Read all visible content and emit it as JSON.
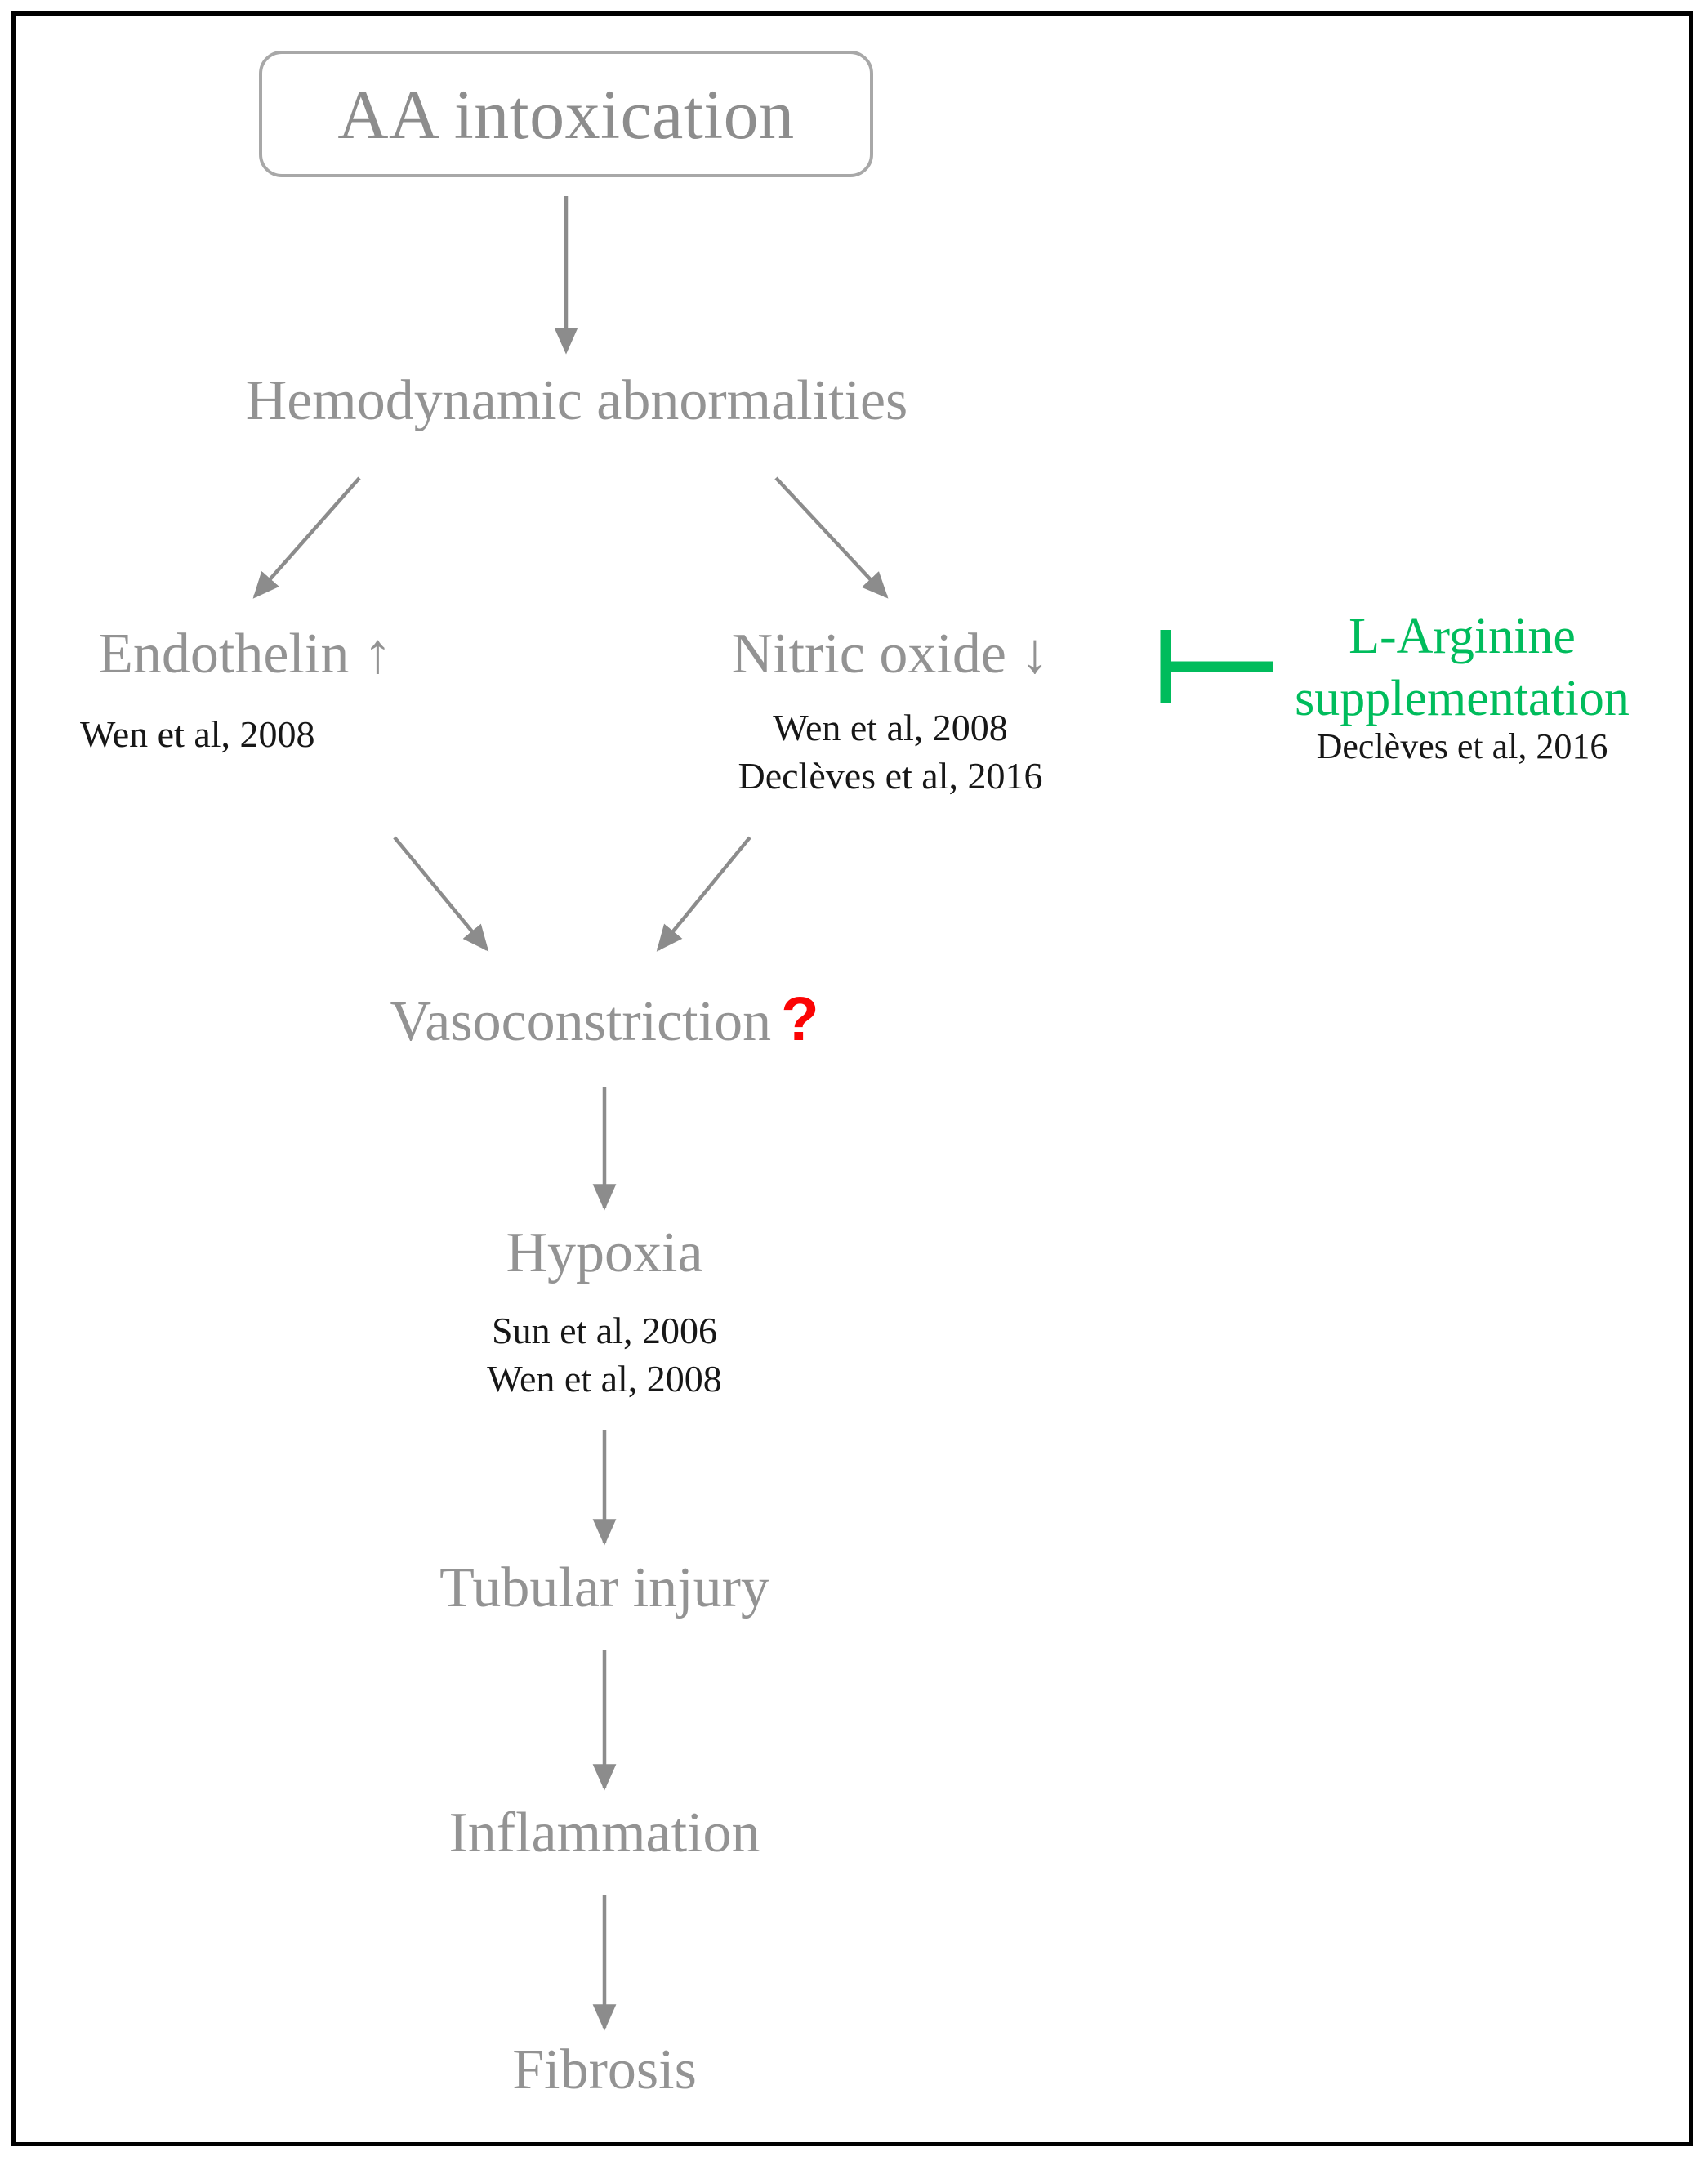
{
  "diagram": {
    "title_box": {
      "label": "AA intoxication"
    },
    "nodes": [
      {
        "id": "hemodynamic",
        "label": "Hemodynamic abnormalities"
      },
      {
        "id": "endothelin",
        "label": "Endothelin ↑"
      },
      {
        "id": "nitric_oxide",
        "label": "Nitric oxide ↓"
      },
      {
        "id": "vasoconstriction",
        "label": "Vasoconstriction",
        "marker": "?"
      },
      {
        "id": "hypoxia",
        "label": "Hypoxia"
      },
      {
        "id": "tubular_injury",
        "label": "Tubular injury"
      },
      {
        "id": "inflammation",
        "label": "Inflammation"
      },
      {
        "id": "fibrosis",
        "label": "Fibrosis"
      }
    ],
    "intervention": {
      "label_line1": "L-Arginine",
      "label_line2": "supplementation",
      "citation": "Declèves et al, 2016",
      "symbol": "inhibition-bar"
    },
    "citations": {
      "endothelin": "Wen et al, 2008",
      "nitric_oxide_1": "Wen et al, 2008",
      "nitric_oxide_2": "Declèves et al, 2016",
      "hypoxia_1": "Sun et al, 2006",
      "hypoxia_2": "Wen et al, 2008"
    },
    "colors": {
      "node_text": "#939393",
      "citation_text": "#171717",
      "intervention_green": "#00bc5c",
      "question_mark_red": "#fb0404",
      "arrow_gray": "#8c8c8c",
      "box_border": "#a8a8a8",
      "frame_border": "#000000"
    },
    "edges": [
      {
        "from": "AA intoxication",
        "to": "Hemodynamic abnormalities",
        "type": "arrow"
      },
      {
        "from": "Hemodynamic abnormalities",
        "to": "Endothelin ↑",
        "type": "arrow"
      },
      {
        "from": "Hemodynamic abnormalities",
        "to": "Nitric oxide ↓",
        "type": "arrow"
      },
      {
        "from": "Endothelin ↑",
        "to": "Vasoconstriction",
        "type": "arrow"
      },
      {
        "from": "Nitric oxide ↓",
        "to": "Vasoconstriction",
        "type": "arrow"
      },
      {
        "from": "Vasoconstriction",
        "to": "Hypoxia",
        "type": "arrow"
      },
      {
        "from": "Hypoxia",
        "to": "Tubular injury",
        "type": "arrow"
      },
      {
        "from": "Tubular injury",
        "to": "Inflammation",
        "type": "arrow"
      },
      {
        "from": "Inflammation",
        "to": "Fibrosis",
        "type": "arrow"
      },
      {
        "from": "L-Arginine supplementation",
        "to": "Nitric oxide ↓",
        "type": "inhibition"
      }
    ]
  }
}
